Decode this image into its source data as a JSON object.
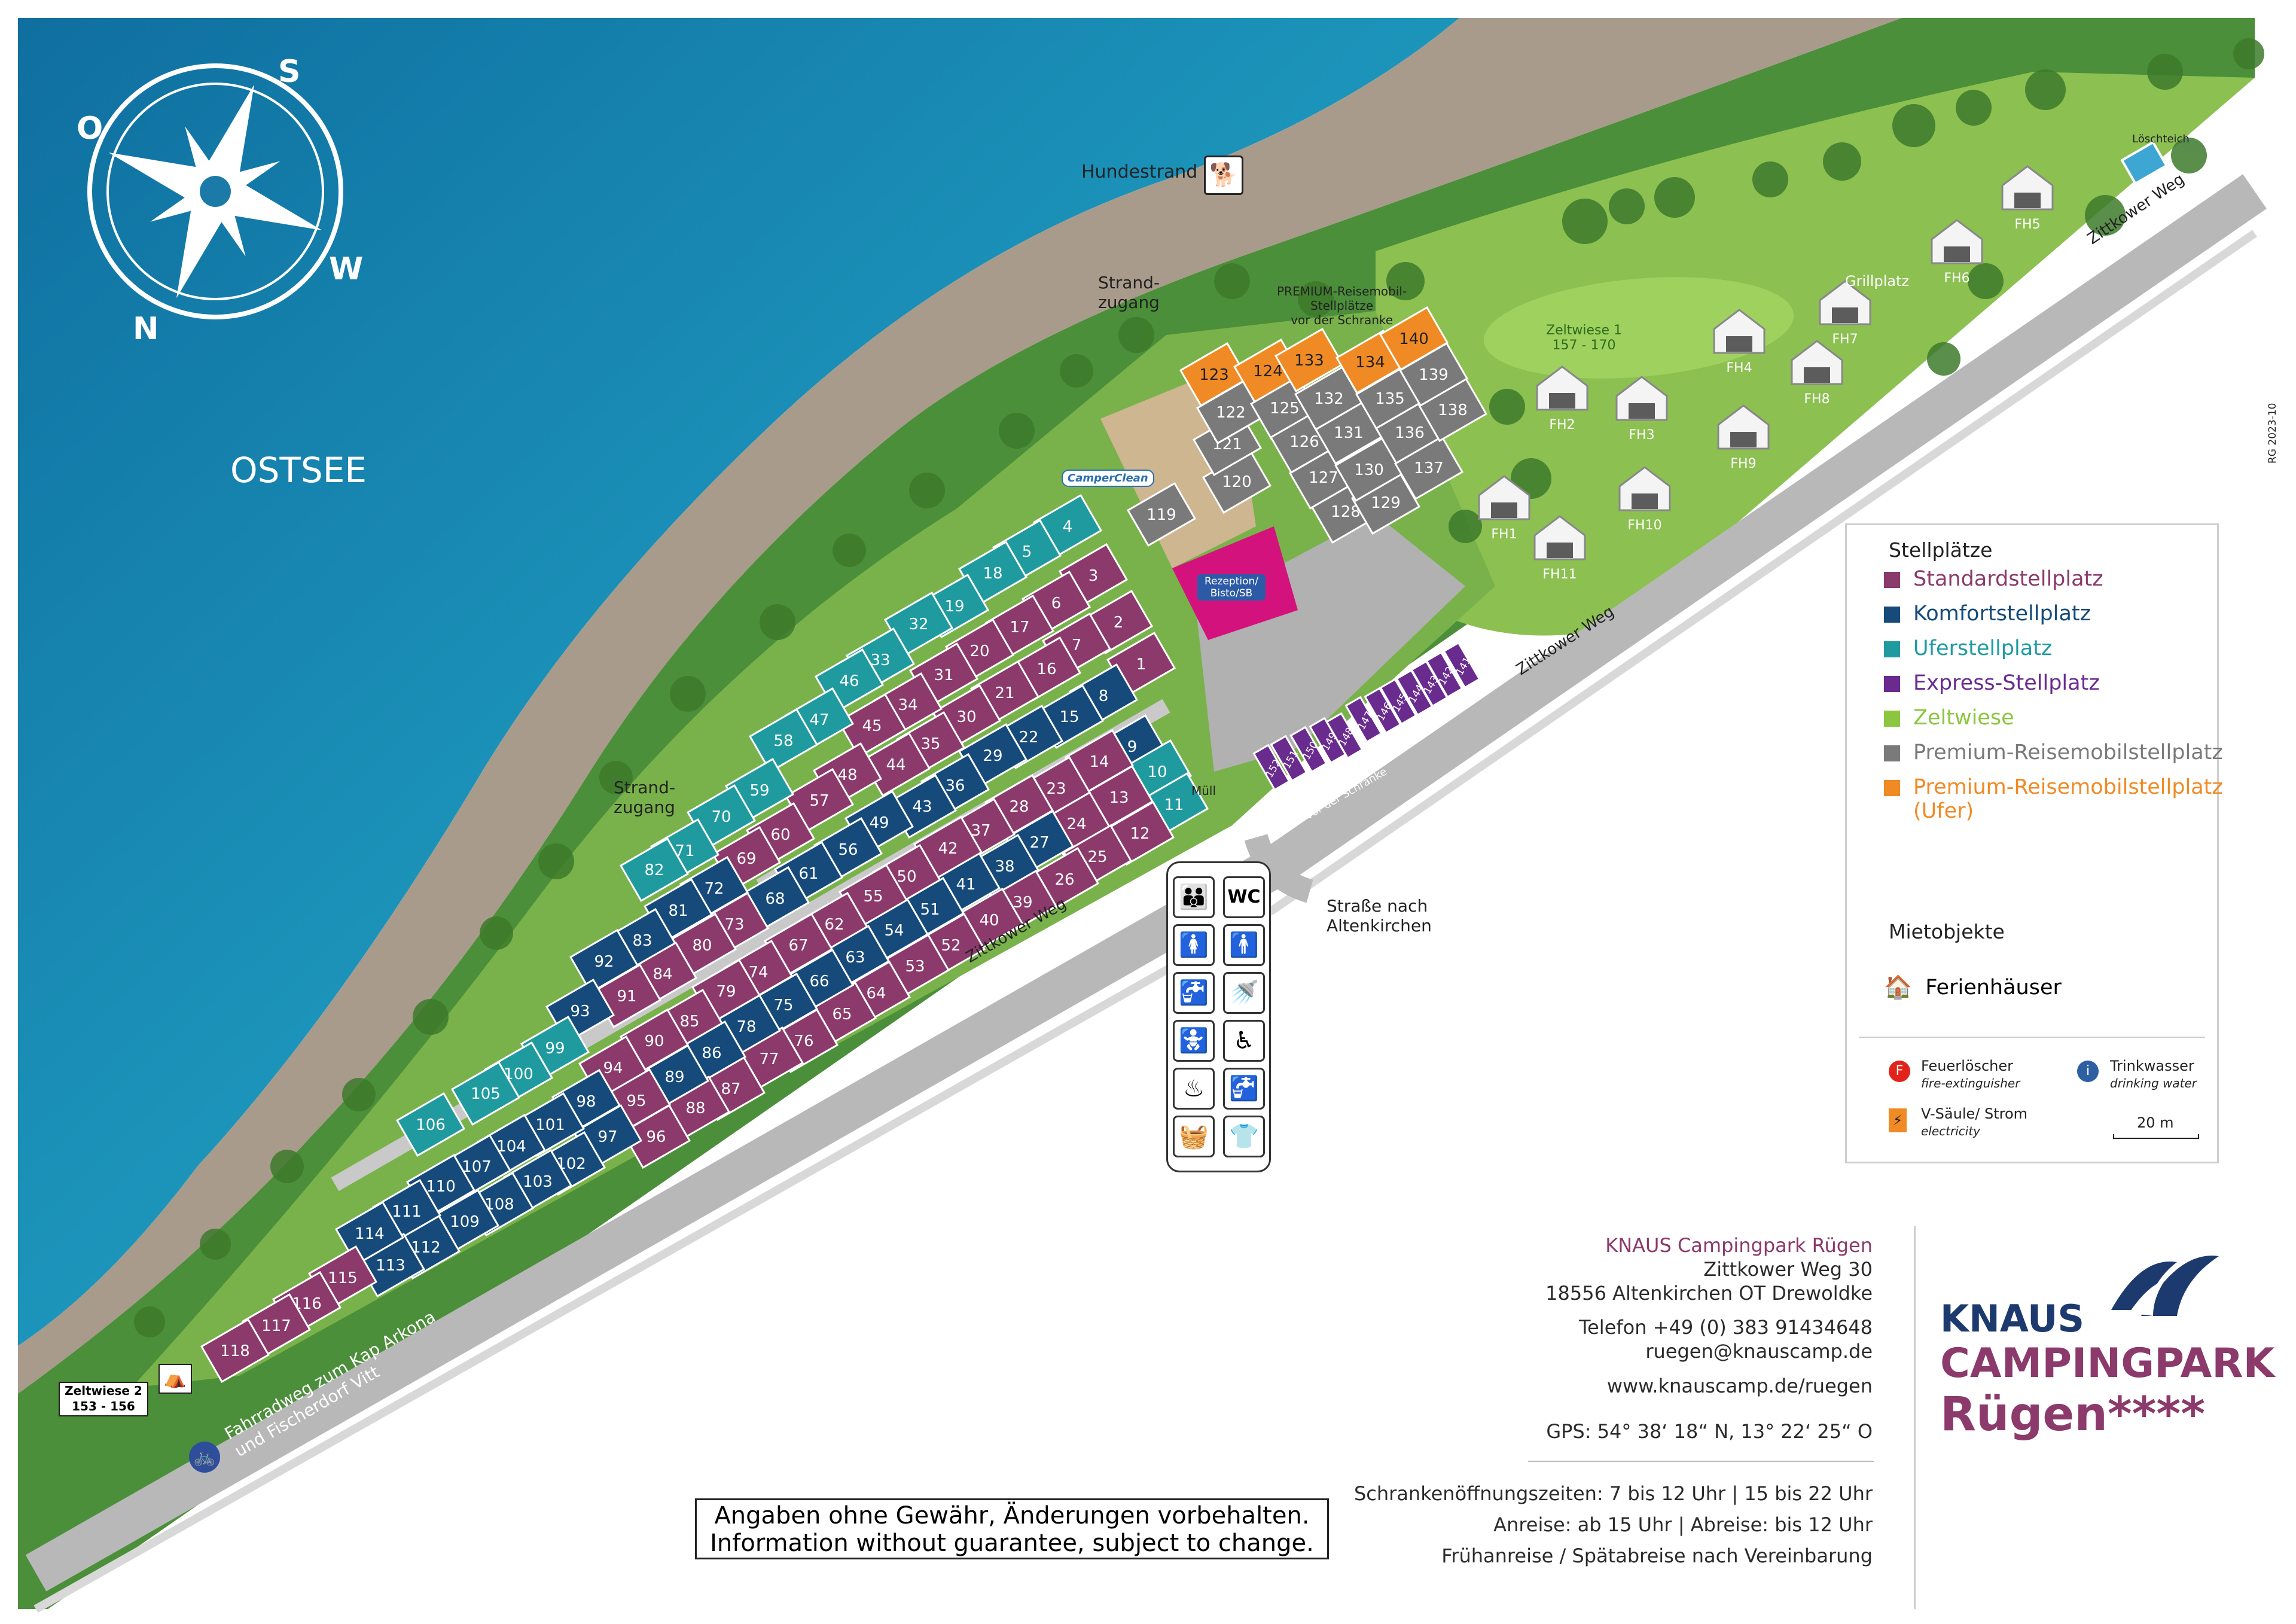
{
  "map": {
    "sea_label": "OSTSEE",
    "compass": {
      "north": "N",
      "south": "S",
      "east": "O",
      "west": "W"
    },
    "place_labels": {
      "hundestrand": "Hundestrand",
      "strandzugang_1": "Strand-\nzugang",
      "strandzugang_2": "Strand-\nzugang",
      "premium_note": "PREMIUM-Reisemobil-\nStellplätze\nvor der Schranke",
      "zeltwiese1": "Zeltwiese 1\n157 - 170",
      "zeltwiese2_title": "Zeltwiese 2",
      "zeltwiese2_range": "153 - 156",
      "loeschteich": "Löschteich",
      "grillplatz": "Grillplatz",
      "reception": "Rezeption/\nBisto/SB",
      "muell": "Müll",
      "camperclean": "CamperClean",
      "zittkower_weg_1": "Zittkower Weg",
      "zittkower_weg_2": "Zittkower Weg",
      "zittkower_weg_3": "Zittkower Weg",
      "reisemobil_note": "Reisemobil-\nStellplätze\nvor der Schranke",
      "strasse": "Straße nach\nAltenkirchen",
      "fahrradweg": "Fahrradweg zum Kap Arkona\nund Fischerdorf Vitt",
      "version": "RG 2023-10"
    },
    "holiday_homes": [
      "FH1",
      "FH2",
      "FH3",
      "FH4",
      "FH5",
      "FH6",
      "FH7",
      "FH8",
      "FH9",
      "FH10",
      "FH11"
    ]
  },
  "pitches": {
    "standard": [
      "1",
      "2",
      "3",
      "6",
      "7",
      "12",
      "13",
      "14",
      "16",
      "17",
      "20",
      "21",
      "23",
      "24",
      "25",
      "26",
      "28",
      "30",
      "31",
      "34",
      "35",
      "37",
      "39",
      "40",
      "42",
      "44",
      "45",
      "48",
      "50",
      "52",
      "53",
      "55",
      "57",
      "60",
      "62",
      "64",
      "65",
      "67",
      "69",
      "73",
      "74",
      "76",
      "77",
      "79",
      "80",
      "84",
      "85",
      "87",
      "88",
      "90",
      "91",
      "94",
      "95",
      "96",
      "115",
      "116",
      "117",
      "118"
    ],
    "komfort": [
      "8",
      "9",
      "15",
      "22",
      "27",
      "29",
      "36",
      "38",
      "41",
      "43",
      "49",
      "51",
      "54",
      "56",
      "61",
      "63",
      "66",
      "68",
      "72",
      "75",
      "78",
      "81",
      "83",
      "86",
      "89",
      "92",
      "93",
      "97",
      "98",
      "101",
      "102",
      "103",
      "104",
      "107",
      "108",
      "109",
      "110",
      "111",
      "112",
      "113",
      "114"
    ],
    "ufer": [
      "4",
      "5",
      "10",
      "11",
      "18",
      "19",
      "32",
      "33",
      "46",
      "47",
      "58",
      "59",
      "70",
      "71",
      "82",
      "99",
      "100",
      "105",
      "106"
    ],
    "express": [
      "141",
      "142",
      "143",
      "144",
      "145",
      "146",
      "147",
      "148",
      "149",
      "150",
      "151",
      "152"
    ],
    "premium": [
      "119",
      "120",
      "121",
      "122",
      "125",
      "126",
      "127",
      "128",
      "129",
      "130",
      "131",
      "132",
      "135",
      "136",
      "137",
      "138",
      "139"
    ],
    "premium_ufer": [
      "123",
      "124",
      "133",
      "134",
      "140"
    ]
  },
  "legend": {
    "stellplaetze_title": "Stellplätze",
    "items": [
      {
        "label": "Standardstellplatz",
        "color": "#8b3a6b"
      },
      {
        "label": "Komfortstellplatz",
        "color": "#154a7a"
      },
      {
        "label": "Uferstellplatz",
        "color": "#1f9ba0"
      },
      {
        "label": "Express-Stellplatz",
        "color": "#6a2b8f"
      },
      {
        "label": "Zeltwiese",
        "color": "#8cc63f"
      },
      {
        "label": "Premium-Reisemobilstellplatz",
        "color": "#7a7a7a"
      },
      {
        "label": "Premium-Reisemobilstellplatz\n(Ufer)",
        "color": "#f08a24"
      }
    ],
    "mietobjekte_title": "Mietobjekte",
    "ferienhaeuser": "Ferienhäuser",
    "feuerloescher": "Feuerlöscher",
    "feuerloescher_en": "fire-extinguisher",
    "trinkwasser": "Trinkwasser",
    "trinkwasser_en": "drinking water",
    "strom": "V-Säule/ Strom",
    "strom_en": "electricity",
    "scale": "20 m"
  },
  "info": {
    "name": "KNAUS Campingpark Rügen",
    "street": "Zittkower Weg 30",
    "city": "18556 Altenkirchen OT Drewoldke",
    "phone": "Telefon +49 (0) 383 91434648",
    "email": "ruegen@knauscamp.de",
    "web": "www.knauscamp.de/ruegen",
    "gps": "GPS: 54° 38‘ 18“ N, 13° 22‘ 25“ O",
    "hours1": "Schrankenöffnungszeiten: 7 bis 12 Uhr | 15 bis 22 Uhr",
    "hours2": "Anreise: ab 15 Uhr | Abreise: bis 12 Uhr",
    "hours3": "Frühanreise / Spätabreise nach Vereinbarung"
  },
  "brand": {
    "line1": "KNAUS",
    "line2": "CAMPINGPARK",
    "line3": "Rügen****"
  },
  "disclaimer": {
    "de": "Angaben ohne Gewähr, Änderungen vorbehalten.",
    "en": "Information without guarantee, subject to change."
  },
  "facilities": {
    "wc": "WC"
  },
  "colors": {
    "sea": "#1c8fb0",
    "beach": "#a89a8a",
    "grass": "#4c8f3a",
    "road": "#b9b9b9",
    "standard": "#8b3a6b",
    "komfort": "#154a7a",
    "ufer": "#1f9ba0",
    "express": "#6a2b8f",
    "premium": "#7a7a7a",
    "premium_ufer": "#f08a24",
    "reception": "#d4127e"
  }
}
